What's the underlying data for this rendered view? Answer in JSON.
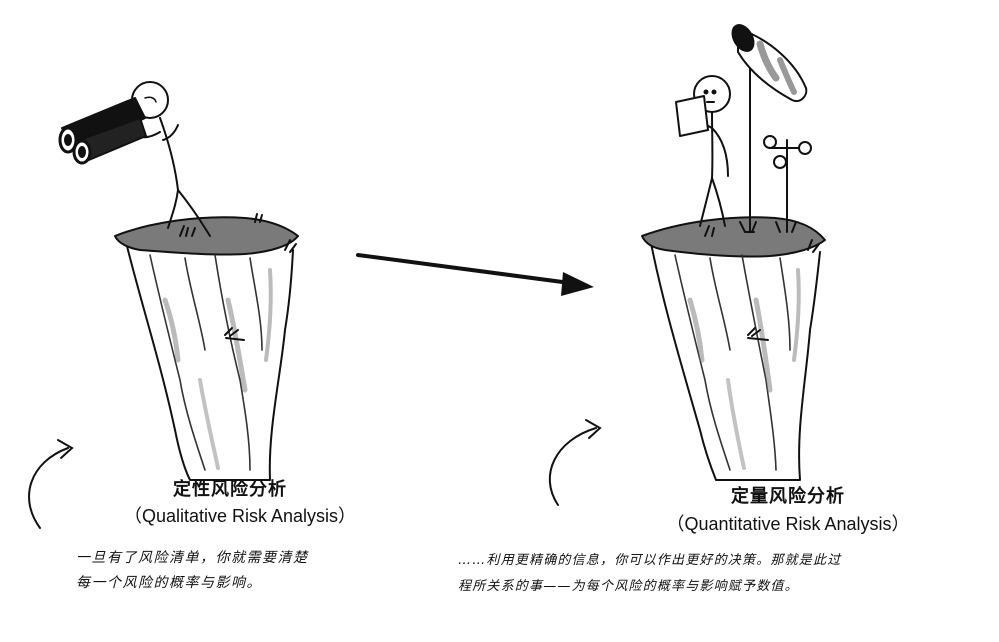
{
  "left_panel": {
    "title": "定性风险分析",
    "subtitle": "（Qualitative Risk Analysis）",
    "note_line1": "一旦有了风险清单，你就需要清楚",
    "note_line2": "每一个风险的概率与影响。"
  },
  "right_panel": {
    "title": "定量风险分析",
    "subtitle": "（Quantitative Risk Analysis）",
    "note_line1": "……利用更精确的信息，你可以作出更好的决策。那就是此过",
    "note_line2": "程所关系的事——为每个风险的概率与影响赋予数值。"
  },
  "colors": {
    "ink": "#111111",
    "rock_shade": "#9a9a9a",
    "cliff_top": "#6f6f6f",
    "windsock_stripe": "#c8c8c8"
  }
}
